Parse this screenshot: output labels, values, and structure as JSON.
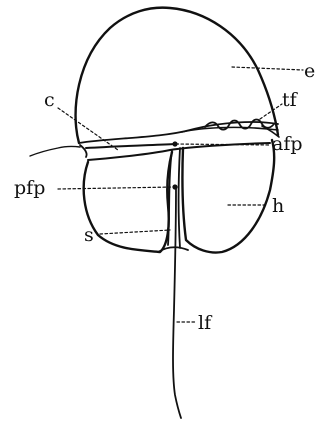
{
  "labels": {
    "e": "e",
    "tf": "tf",
    "afp": "afp",
    "c": "c",
    "pfp": "pfp",
    "h": "h",
    "s": "s",
    "lf": "lf"
  },
  "colors": {
    "ink": "#111111",
    "paper": "#ffffff"
  }
}
